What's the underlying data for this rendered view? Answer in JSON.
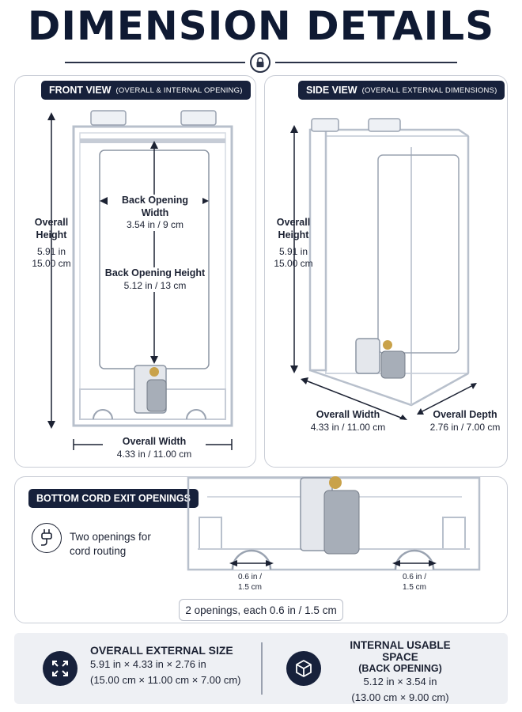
{
  "header": {
    "title": "DIMENSION DETAILS"
  },
  "front": {
    "tag": "FRONT VIEW",
    "tag_sub": "(OVERALL & INTERNAL OPENING)",
    "height_label": "Overall Height",
    "height_label_1": "Overall",
    "height_label_2": "Height",
    "height_in": "5.91 in",
    "height_cm": "15.00 cm",
    "back_width_label": "Back Opening Width",
    "back_width_value": "3.54 in / 9 cm",
    "back_height_label": "Back Opening Height",
    "back_height_value": "5.12 in / 13 cm",
    "width_label": "Overall Width",
    "width_value": "4.33 in / 11.00 cm"
  },
  "side": {
    "tag": "SIDE VIEW",
    "tag_sub": "(OVERALL EXTERNAL DIMENSIONS)",
    "height_label_1": "Overall",
    "height_label_2": "Height",
    "height_in": "5.91 in",
    "height_cm": "15.00 cm",
    "width_label": "Overall Width",
    "width_value": "4.33 in / 11.00 cm",
    "depth_label": "Overall Depth",
    "depth_value": "2.76 in / 7.00 cm"
  },
  "cord": {
    "tag": "BOTTOM CORD EXIT OPENINGS",
    "text": "Two openings for cord routing",
    "left_in": "0.6 in /",
    "left_cm": "1.5 cm",
    "right_in": "0.6 in /",
    "right_cm": "1.5 cm",
    "summary": "2 openings, each 0.6 in / 1.5 cm"
  },
  "specs": {
    "external_title": "OVERALL EXTERNAL SIZE",
    "external_in": "5.91 in × 4.33 in × 2.76 in",
    "external_cm": "(15.00 cm × 11.00 cm × 7.00 cm)",
    "internal_title_1": "INTERNAL USABLE SPACE",
    "internal_title_2": "(BACK OPENING)",
    "internal_in": "5.12 in × 3.54 in",
    "internal_cm": "(13.00 cm × 9.00 cm)"
  },
  "icons": {
    "lock": "lock-icon",
    "plug": "power-plug-icon",
    "expand": "expand-arrows-icon",
    "cube": "cube-icon"
  },
  "colors": {
    "navy": "#17213b",
    "acrylic_edge": "#b8c0cc",
    "panel_border": "#c9cdd6"
  }
}
